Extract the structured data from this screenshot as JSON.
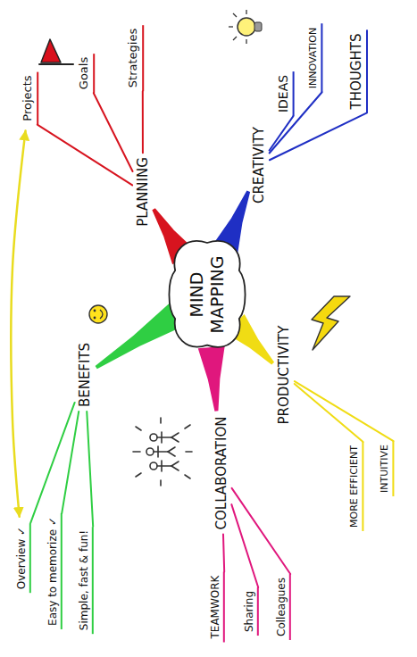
{
  "diagram": {
    "nodes": [
      {
        "text": [
          "MIND MAPPING"
        ]
      },
      {
        "text": [
          "PLANNING"
        ]
      },
      {
        "text": [
          "Projects"
        ]
      },
      {
        "text": [
          "Goals"
        ]
      },
      {
        "text": [
          "Strategies"
        ]
      },
      {
        "text": [
          "CREATIVITY"
        ]
      },
      {
        "text": [
          "IDEAS"
        ]
      },
      {
        "text": [
          "INNOVATION"
        ]
      },
      {
        "text": [
          "THOUGHTS"
        ]
      },
      {
        "text": [
          "PRODUCTIVITY"
        ]
      },
      {
        "text": [
          "MORE EFFICIENT"
        ]
      },
      {
        "text": [
          "INTUITIVE"
        ]
      },
      {
        "text": [
          "COLLABORATION"
        ]
      },
      {
        "text": [
          "TEAMWORK"
        ]
      },
      {
        "text": [
          "Sharing"
        ]
      },
      {
        "text": [
          "Colleagues"
        ]
      },
      {
        "text": [
          "BENEFITS"
        ]
      },
      {
        "text": [
          "Overview ✓"
        ]
      },
      {
        "text": [
          "Easy to memorize ✓"
        ]
      },
      {
        "text": [
          "Simple, fast & fun!"
        ]
      }
    ],
    "edges": [
      {
        "from": 0,
        "to": 1,
        "arrow": "none"
      },
      {
        "from": 1,
        "to": 2,
        "arrow": "none"
      },
      {
        "from": 1,
        "to": 3,
        "arrow": "none"
      },
      {
        "from": 1,
        "to": 4,
        "arrow": "none"
      },
      {
        "from": 0,
        "to": 5,
        "arrow": "none"
      },
      {
        "from": 5,
        "to": 6,
        "arrow": "none"
      },
      {
        "from": 5,
        "to": 7,
        "arrow": "none"
      },
      {
        "from": 5,
        "to": 8,
        "arrow": "none"
      },
      {
        "from": 0,
        "to": 9,
        "arrow": "none"
      },
      {
        "from": 9,
        "to": 10,
        "arrow": "none"
      },
      {
        "from": 9,
        "to": 11,
        "arrow": "none"
      },
      {
        "from": 0,
        "to": 12,
        "arrow": "none"
      },
      {
        "from": 12,
        "to": 13,
        "arrow": "none"
      },
      {
        "from": 12,
        "to": 14,
        "arrow": "none"
      },
      {
        "from": 12,
        "to": 15,
        "arrow": "none"
      },
      {
        "from": 0,
        "to": 16,
        "arrow": "none"
      },
      {
        "from": 16,
        "to": 17,
        "arrow": "none"
      },
      {
        "from": 16,
        "to": 18,
        "arrow": "none"
      },
      {
        "from": 16,
        "to": 19,
        "arrow": "none"
      },
      {
        "from": 2,
        "to": 17,
        "arrow": "both"
      }
    ]
  }
}
